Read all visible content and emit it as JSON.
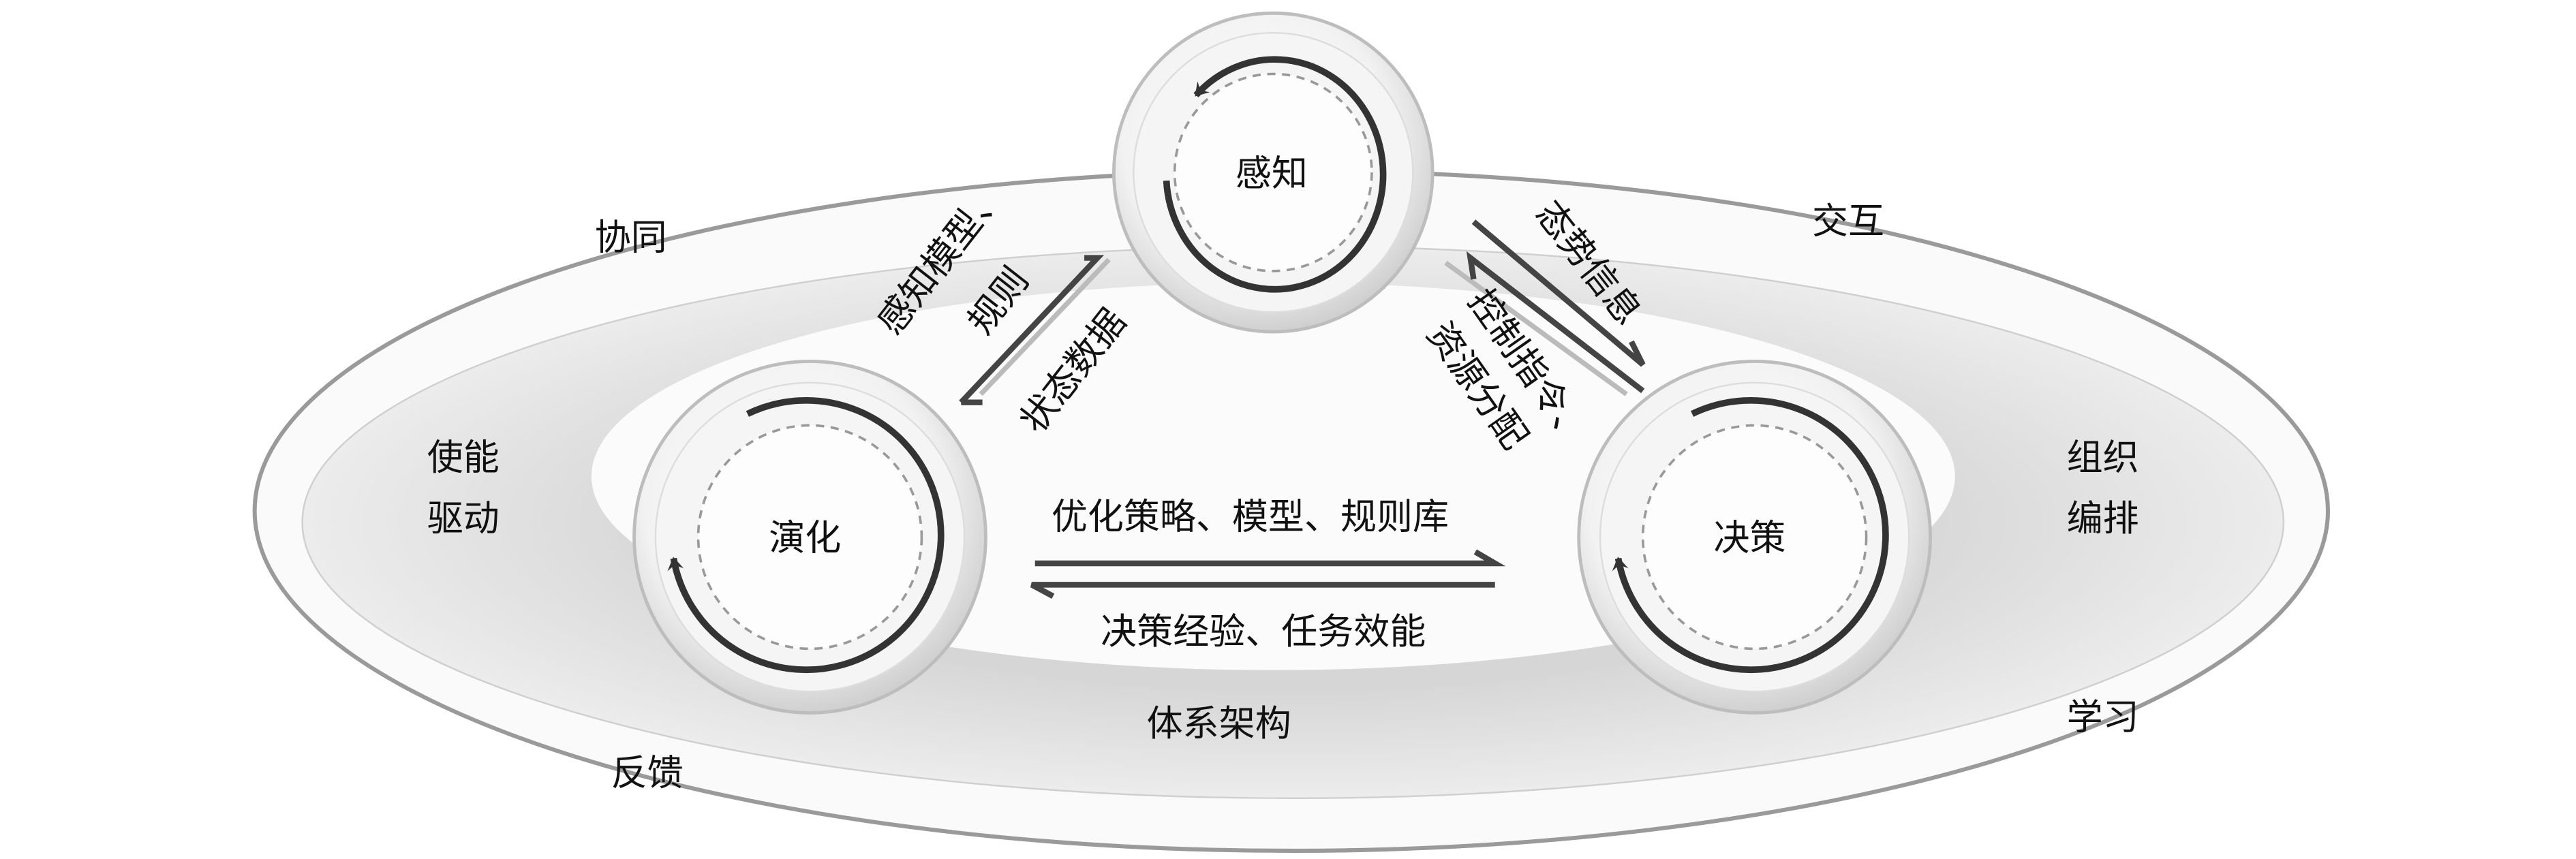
{
  "nodes": {
    "perception": "感知",
    "evolution": "演化",
    "decision": "决策"
  },
  "outer_labels": {
    "collaboration": "协同",
    "interaction": "交互",
    "enable_line1": "使能",
    "enable_line2": "驱动",
    "organize_line1": "组织",
    "organize_line2": "编排",
    "feedback": "反馈",
    "learning": "学习",
    "architecture": "体系架构"
  },
  "flows": {
    "model_rules_line1": "感知模型、",
    "model_rules_line2": "规则",
    "state_data": "状态数据",
    "situation_info": "态势信息",
    "control_line1": "控制指令、",
    "control_line2": "资源分配",
    "optimize": "优化策略、模型、规则库",
    "experience": "决策经验、任务效能"
  }
}
